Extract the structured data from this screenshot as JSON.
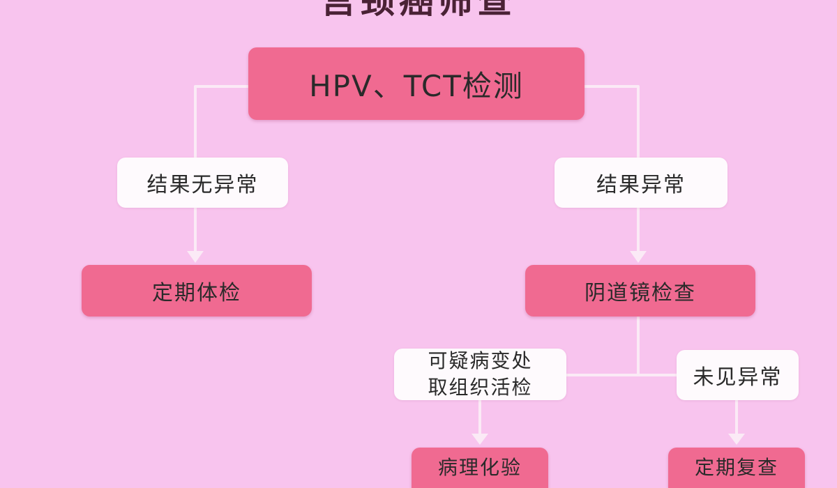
{
  "title": "宫颈癌筛查",
  "colors": {
    "background": "#f8c4ee",
    "node_pink": "#f06a91",
    "node_white": "#fefafd",
    "connector": "#fbeaf6"
  },
  "nodes": {
    "root": "HPV、TCT检测",
    "normal_result": "结果无异常",
    "abnormal_result": "结果异常",
    "regular_checkup": "定期体检",
    "colposcopy": "阴道镜检查",
    "biopsy_line1": "可疑病变处",
    "biopsy_line2": "取组织活检",
    "no_abnormality": "未见异常",
    "pathology_test": "病理化验",
    "regular_recheck": "定期复查"
  }
}
